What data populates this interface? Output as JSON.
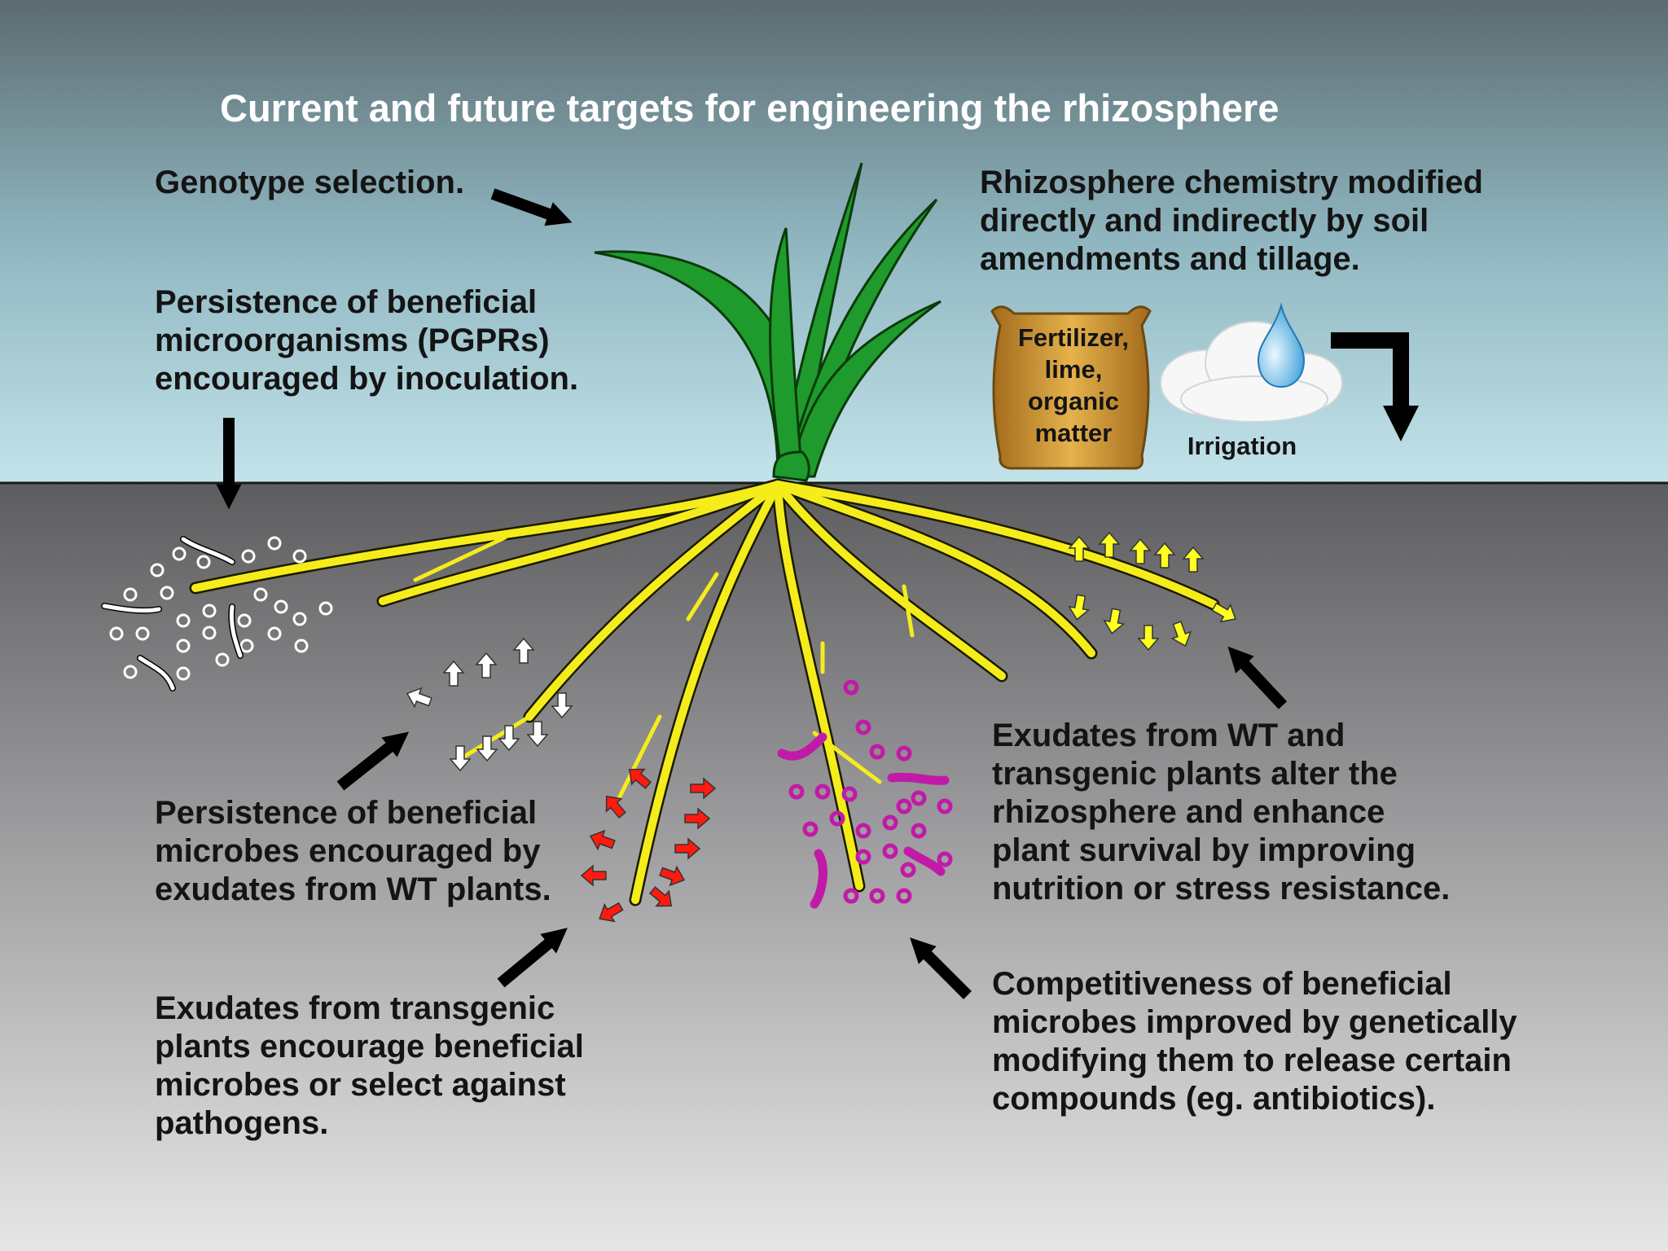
{
  "title": "Current and future targets for engineering the rhizosphere",
  "labels": {
    "genotype": [
      "Genotype selection."
    ],
    "inoculation": [
      "Persistence of beneficial",
      "microorganisms (PGPRs)",
      "encouraged by inoculation."
    ],
    "chemistry": [
      "Rhizosphere chemistry modified",
      "directly and indirectly by soil",
      "amendments and tillage."
    ],
    "wt_exudates": [
      "Persistence of beneficial",
      "microbes encouraged by",
      "exudates from WT plants."
    ],
    "transgenic_exudates": [
      "Exudates from transgenic",
      "plants encourage beneficial",
      "microbes or select against",
      "pathogens."
    ],
    "alter_rhizosphere": [
      "Exudates from WT and",
      "transgenic plants alter the",
      "rhizosphere and enhance",
      "plant survival by improving",
      "nutrition or stress resistance."
    ],
    "competitiveness": [
      "Competitiveness of beneficial",
      "microbes improved by genetically",
      "modifying them to release certain",
      "compounds (eg. antibiotics)."
    ]
  },
  "fertilizer_bag": [
    "Fertilizer,",
    "lime,",
    "organic",
    "matter"
  ],
  "irrigation_label": "Irrigation",
  "colors": {
    "sky_top": "#5b6b70",
    "sky_bottom": "#bfe0e8",
    "soil_top": "#5e5e60",
    "soil_bottom": "#e4e4e4",
    "leaf": "#1a9a2a",
    "root": "#f5ec1c",
    "arrow_white": "#ffffff",
    "arrow_red": "#ff1a10",
    "arrow_yellow": "#ffff20",
    "microbe_magenta": "#c21aa8",
    "bag": "#c08a30",
    "water_drop": "#5fb8e8"
  },
  "icons": [
    "plant-icon",
    "root-system-icon",
    "fertilizer-bag-icon",
    "cloud-icon",
    "water-drop-icon",
    "bacteria-icon"
  ]
}
